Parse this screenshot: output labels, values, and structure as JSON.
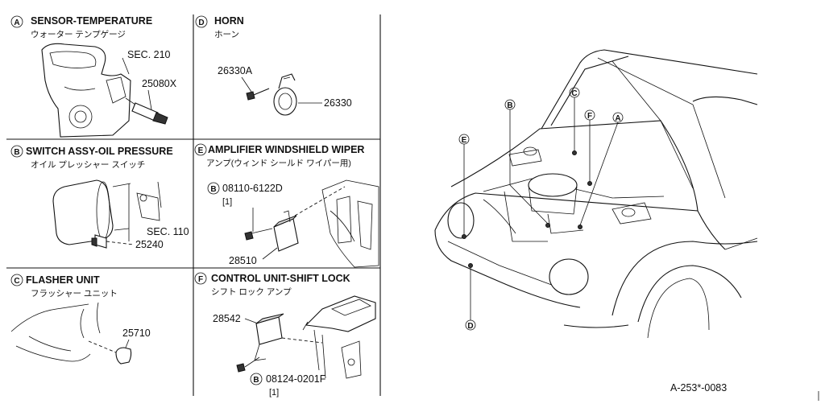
{
  "panels": {
    "a": {
      "letter": "A",
      "title": "SENSOR-TEMPERATURE",
      "title_jp": "ウォーター テンプゲージ",
      "labels": [
        "SEC. 210",
        "25080X"
      ]
    },
    "d": {
      "letter": "D",
      "title": "HORN",
      "title_jp": "ホーン",
      "labels": [
        "26330A",
        "26330"
      ]
    },
    "b": {
      "letter": "B",
      "title": "SWITCH ASSY-OIL PRESSURE",
      "title_jp": "オイル プレッシャー スイッチ",
      "labels": [
        "SEC. 110",
        "25240"
      ]
    },
    "e": {
      "letter": "E",
      "title": "AMPLIFIER WINDSHIELD WIPER",
      "title_jp": "アンプ(ウィンド シールド ワイパー用)",
      "labels": [
        "08110-6122D",
        "[1]",
        "28510"
      ],
      "bolt_letter": "B"
    },
    "c": {
      "letter": "C",
      "title": "FLASHER UNIT",
      "title_jp": "フラッシャー ユニット",
      "labels": [
        "25710"
      ]
    },
    "f": {
      "letter": "F",
      "title": "CONTROL UNIT-SHIFT LOCK",
      "title_jp": "シフト ロック アンプ",
      "labels": [
        "28542",
        "08124-0201F",
        "[1]"
      ],
      "bolt_letter": "B"
    }
  },
  "overview": {
    "callouts": [
      "B",
      "C",
      "F",
      "A",
      "E",
      "D"
    ]
  },
  "diagram_code": "A-253*-0083"
}
